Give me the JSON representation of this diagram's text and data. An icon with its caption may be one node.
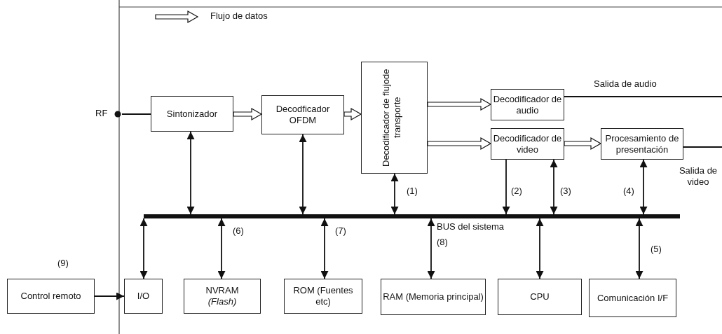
{
  "diagram": {
    "nodes": [
      {
        "text": [
          "Sintonizador"
        ]
      },
      {
        "text": [
          "Decodficador OFDM"
        ]
      },
      {
        "text": [
          "Decodificador de flujode transporte"
        ]
      },
      {
        "text": [
          "Decodificador de audio"
        ]
      },
      {
        "text": [
          "Decodificador de video"
        ]
      },
      {
        "text": [
          "Procesamiento de presentación"
        ]
      },
      {
        "text": [],
        "shape": "bar",
        "beside": [
          "BUS del sistema"
        ]
      },
      {
        "text": [
          "Control remoto"
        ]
      },
      {
        "text": [
          "I/O"
        ]
      },
      {
        "text": [
          "NVRAM",
          "(Flash)"
        ]
      },
      {
        "text": [
          "ROM (Fuentes etc)"
        ]
      },
      {
        "text": [
          "RAM (Memoria principal)"
        ]
      },
      {
        "text": [
          "CPU"
        ]
      },
      {
        "text": [
          "Comunicación I/F"
        ]
      },
      {
        "text": [
          "RF"
        ]
      }
    ],
    "edges": [
      {
        "from": 14,
        "to": 0,
        "arrow": "none"
      },
      {
        "from": 0,
        "to": 1,
        "arrow": "to",
        "style": "thick"
      },
      {
        "from": 1,
        "to": 2,
        "arrow": "to",
        "style": "thick"
      },
      {
        "from": 2,
        "to": 3,
        "arrow": "to",
        "style": "thick"
      },
      {
        "from": 2,
        "to": 4,
        "arrow": "to",
        "style": "thick"
      },
      {
        "from": 4,
        "to": 5,
        "arrow": "to",
        "style": "thick"
      },
      {
        "from": 3,
        "to": null,
        "arrow": "none",
        "label": "Salida de audio"
      },
      {
        "from": 5,
        "to": null,
        "arrow": "none",
        "label": "Salida de video"
      },
      {
        "from": 0,
        "to": 6,
        "arrow": "both"
      },
      {
        "from": 1,
        "to": 6,
        "arrow": "both"
      },
      {
        "from": 2,
        "to": 6,
        "arrow": "both",
        "label": "(1)"
      },
      {
        "from": 4,
        "to": 6,
        "arrow": "to",
        "label": "(2)"
      },
      {
        "from": 4,
        "to": 6,
        "arrow": "both",
        "label": "(3)"
      },
      {
        "from": 5,
        "to": 6,
        "arrow": "both",
        "label": "(4)"
      },
      {
        "from": 6,
        "to": 8,
        "arrow": "both"
      },
      {
        "from": 6,
        "to": 9,
        "arrow": "both",
        "label": "(6)"
      },
      {
        "from": 6,
        "to": 10,
        "arrow": "both",
        "label": "(7)"
      },
      {
        "from": 6,
        "to": 11,
        "arrow": "both",
        "label": "(8)"
      },
      {
        "from": 6,
        "to": 12,
        "arrow": "both"
      },
      {
        "from": 6,
        "to": 13,
        "arrow": "both",
        "label": "(5)"
      },
      {
        "from": 7,
        "to": 8,
        "arrow": "to"
      }
    ],
    "labels": [
      "(9)"
    ],
    "legend": [
      {
        "text": "Flujo de datos"
      }
    ]
  }
}
